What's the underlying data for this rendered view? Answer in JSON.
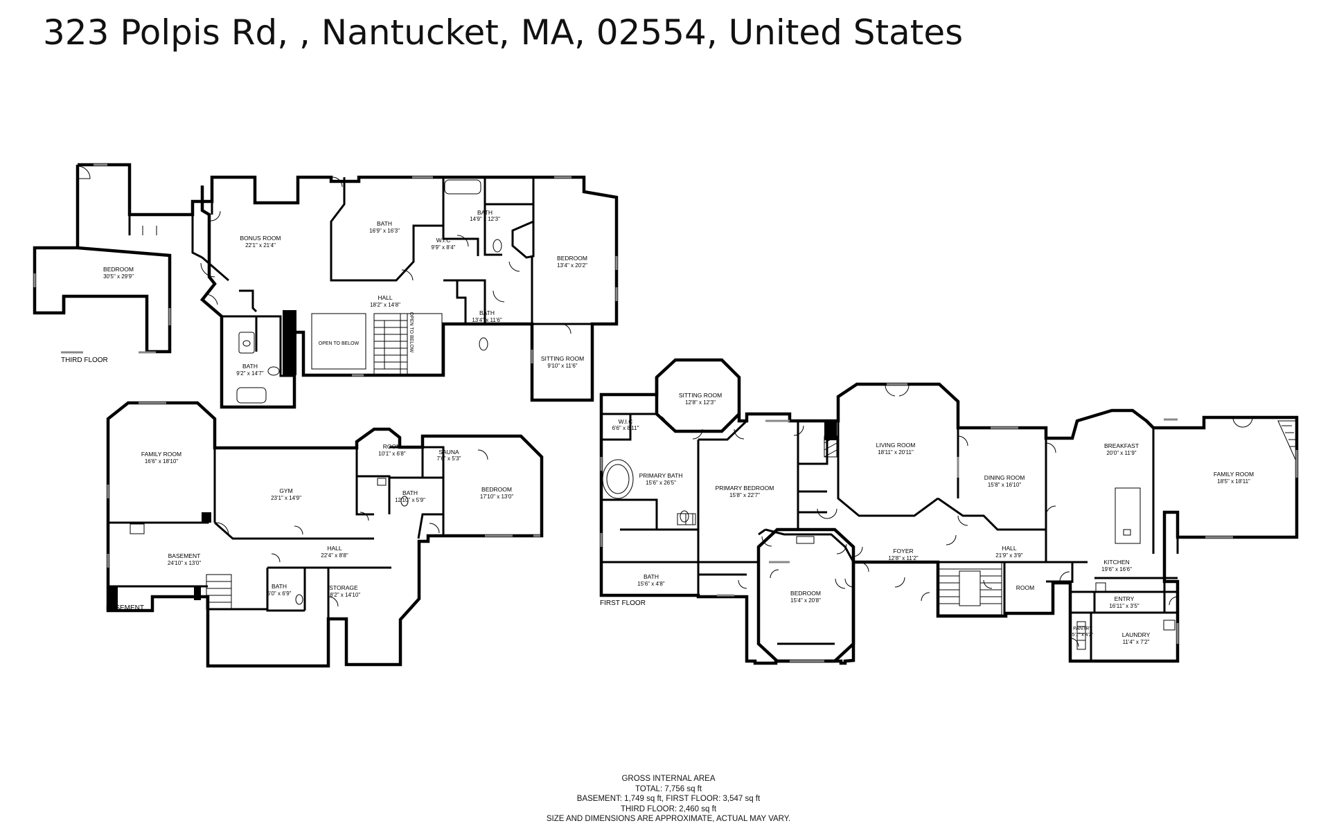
{
  "title": "323 Polpis Rd, , Nantucket, MA, 02554, United States",
  "floors": {
    "third": {
      "label": "THIRD FLOOR",
      "rooms": [
        {
          "name": "BEDROOM",
          "dim": "30'5\" x 29'9\""
        },
        {
          "name": "BONUS ROOM",
          "dim": "22'1\" x 21'4\""
        },
        {
          "name": "BATH",
          "dim": "16'9\" x 16'3\""
        },
        {
          "name": "W.I.C",
          "dim": "9'9\" x 8'4\""
        },
        {
          "name": "BATH",
          "dim": "14'9\" x 12'3\""
        },
        {
          "name": "BEDROOM",
          "dim": "13'4\" x 20'2\""
        },
        {
          "name": "HALL",
          "dim": "18'2\" x 14'8\""
        },
        {
          "name": "BATH",
          "dim": "13'4\" x 11'6\""
        },
        {
          "name": "SITTING ROOM",
          "dim": "9'10\" x 11'6\""
        },
        {
          "name": "BATH",
          "dim": "9'2\" x 14'7\""
        }
      ],
      "notes": [
        "OPEN TO BELOW",
        "OPEN TO BELOW"
      ]
    },
    "basement": {
      "label": "BASEMENT",
      "rooms": [
        {
          "name": "FAMILY ROOM",
          "dim": "16'6\" x 18'10\""
        },
        {
          "name": "GYM",
          "dim": "23'1\" x 14'9\""
        },
        {
          "name": "ROOM",
          "dim": "10'1\" x 6'8\""
        },
        {
          "name": "SAUNA",
          "dim": "7'6\" x 5'3\""
        },
        {
          "name": "BATH",
          "dim": "12'10\" x 5'9\""
        },
        {
          "name": "BEDROOM",
          "dim": "17'10\" x 13'0\""
        },
        {
          "name": "BASEMENT",
          "dim": "24'10\" x 13'0\""
        },
        {
          "name": "HALL",
          "dim": "22'4\" x 8'8\""
        },
        {
          "name": "BATH",
          "dim": "6'0\" x 6'9\""
        },
        {
          "name": "STORAGE",
          "dim": "18'2\" x 14'10\""
        }
      ]
    },
    "first": {
      "label": "FIRST FLOOR",
      "rooms": [
        {
          "name": "SITTING ROOM",
          "dim": "12'8\" x 12'3\""
        },
        {
          "name": "W.I.C",
          "dim": "6'6\" x 8'11\""
        },
        {
          "name": "PRIMARY BATH",
          "dim": "15'6\" x 26'5\""
        },
        {
          "name": "PRIMARY BEDROOM",
          "dim": "15'8\" x 22'7\""
        },
        {
          "name": "LIVING ROOM",
          "dim": "18'11\" x 20'11\""
        },
        {
          "name": "DINING ROOM",
          "dim": "15'8\" x 16'10\""
        },
        {
          "name": "BREAKFAST",
          "dim": "20'0\" x 11'9\""
        },
        {
          "name": "FAMILY ROOM",
          "dim": "18'5\" x 18'11\""
        },
        {
          "name": "FOYER",
          "dim": "12'8\" x 11'2\""
        },
        {
          "name": "HALL",
          "dim": "21'9\" x 3'9\""
        },
        {
          "name": "KITCHEN",
          "dim": "19'6\" x 16'6\""
        },
        {
          "name": "BATH",
          "dim": "15'6\" x 4'8\""
        },
        {
          "name": "BEDROOM",
          "dim": "15'4\" x 20'8\""
        },
        {
          "name": "ROOM",
          "dim": ""
        },
        {
          "name": "ENTRY",
          "dim": "16'11\" x 3'5\""
        },
        {
          "name": "PANTRY",
          "dim": "5'1\" x 4'2\""
        },
        {
          "name": "LAUNDRY",
          "dim": "11'4\" x 7'2\""
        }
      ]
    }
  },
  "summary": {
    "heading": "GROSS INTERNAL AREA",
    "total": "TOTAL: 7,756 sq ft",
    "breakdown": "BASEMENT: 1,749 sq ft, FIRST FLOOR: 3,547 sq ft",
    "third": "THIRD FLOOR: 2,460 sq ft",
    "disclaimer": "SIZE AND DIMENSIONS ARE APPROXIMATE, ACTUAL MAY VARY."
  }
}
